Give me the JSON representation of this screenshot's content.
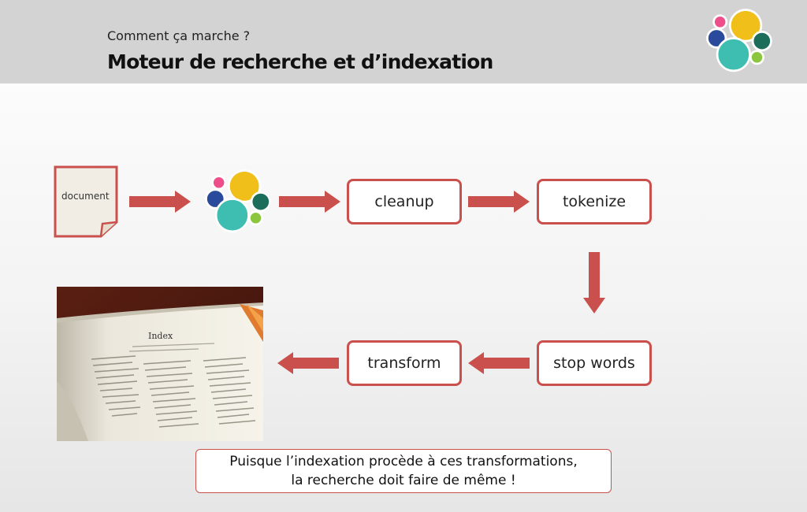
{
  "header": {
    "subtitle": "Comment ça marche ?",
    "title": "Moteur de recherche et d’indexation"
  },
  "icons": {
    "logo": "elasticsearch-logo-icon",
    "document": "document-icon",
    "photo": "index-book-photo"
  },
  "document": {
    "label": "document"
  },
  "steps": [
    {
      "label": "cleanup"
    },
    {
      "label": "tokenize"
    },
    {
      "label": "stop words"
    },
    {
      "label": "transform"
    }
  ],
  "photo": {
    "page_heading": "Index"
  },
  "note": {
    "line1": "Puisque l’indexation procède à ces transformations,",
    "line2": "la recherche doit faire de même !"
  },
  "colors": {
    "accent": "#c9504c",
    "header_bg": "#d3d3d3",
    "document_fill": "#f1ede4",
    "logo_yellow": "#f0bf1a",
    "logo_pink": "#ee4f8b",
    "logo_blue": "#2a4b9b",
    "logo_green": "#1c6e5b",
    "logo_teal": "#3ebeb0",
    "logo_lime": "#8cc63f"
  }
}
